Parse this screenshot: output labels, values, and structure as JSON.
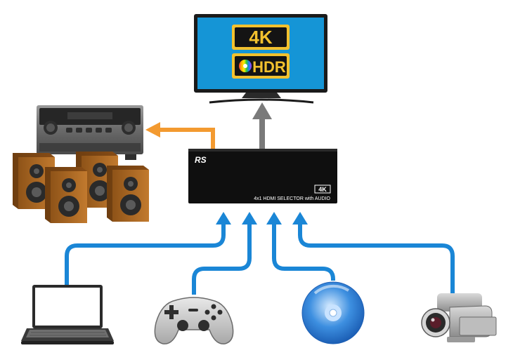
{
  "tv": {
    "badge_4k": "4K",
    "badge_hdr": "HDR"
  },
  "selector": {
    "brand_logo": "RS",
    "model_text": "4x1 HDMI SELECTOR with AUDIO",
    "badge_4k": "4K"
  },
  "colors": {
    "input_cable": "#1a86d6",
    "audio_cable": "#f39a30",
    "tv_cable": "#7a7a7a",
    "tv_screen": "#1595d6",
    "badge_gold": "#f2c12e",
    "speaker_wood": "#b06a23"
  },
  "devices": {
    "output_icons": [
      "tv-icon",
      "av-receiver-icon",
      "speaker-icon"
    ],
    "input_icons": [
      "laptop-icon",
      "game-controller-icon",
      "disc-icon",
      "video-camera-icon"
    ]
  }
}
